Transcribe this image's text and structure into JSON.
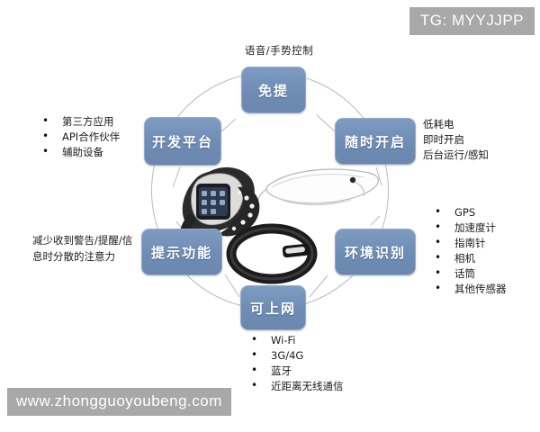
{
  "watermarks": {
    "top_badge": "TG: MYYJJPP",
    "bottom_badge": "www.zhongguoyoubeng.com"
  },
  "diagram": {
    "caption_top": "语音/手势控制",
    "nodes": [
      {
        "id": "handsfree",
        "label": "免提"
      },
      {
        "id": "alwayson",
        "label": "随时开启"
      },
      {
        "id": "context",
        "label": "环境识别"
      },
      {
        "id": "online",
        "label": "可上网"
      },
      {
        "id": "notify",
        "label": "提示功能"
      },
      {
        "id": "platform",
        "label": "开发平台"
      }
    ],
    "annotations": {
      "platform": {
        "items": [
          "第三方应用",
          "API合作伙伴",
          "辅助设备"
        ]
      },
      "alwayson": {
        "lines": [
          "低耗电",
          "即时开启",
          "后台运行/感知"
        ]
      },
      "context": {
        "items": [
          "GPS",
          "加速度计",
          "指南针",
          "相机",
          "话筒",
          "其他传感器"
        ]
      },
      "online": {
        "items": [
          "Wi-Fi",
          "3G/4G",
          "蓝牙",
          "近距离无线通信"
        ]
      },
      "notify": {
        "text": "减少收到警告/提醒/信息时分散的注意力"
      }
    },
    "devices": [
      {
        "id": "smartwatch",
        "name": "smartwatch-photo"
      },
      {
        "id": "smartglasses",
        "name": "smart-glasses-photo"
      },
      {
        "id": "fitnessband",
        "name": "fitness-band-photo"
      }
    ],
    "colors": {
      "node_fill": "#6e8cb4",
      "node_border": "#93aac9",
      "node_text": "#ffffff",
      "ring_stroke": "#b9b9b9",
      "watermark_bg": "#a8a8a8",
      "background": "#ffffff"
    }
  }
}
